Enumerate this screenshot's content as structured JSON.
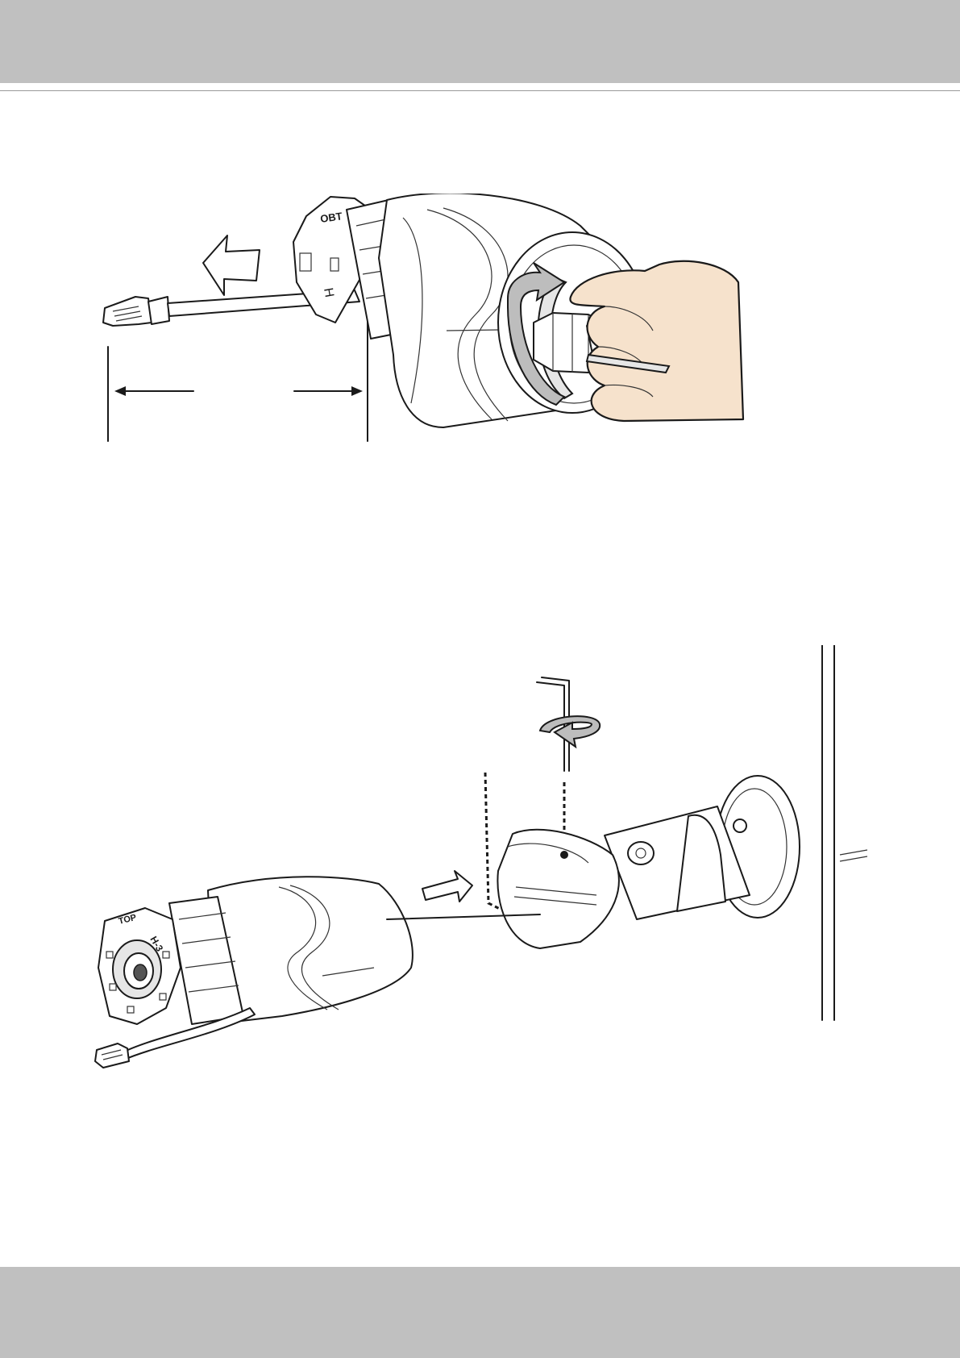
{
  "page": {
    "header_color": "#c0c0c0",
    "footer_color": "#c0c0c0",
    "skin_color": "#f6e2cc",
    "arrow_gray": "#bdbdbd"
  },
  "figure_1": {
    "board_label": "OBT",
    "board_marking": "H"
  },
  "figure_2": {
    "board_label_top": "TOP",
    "board_marking": "H-3"
  }
}
